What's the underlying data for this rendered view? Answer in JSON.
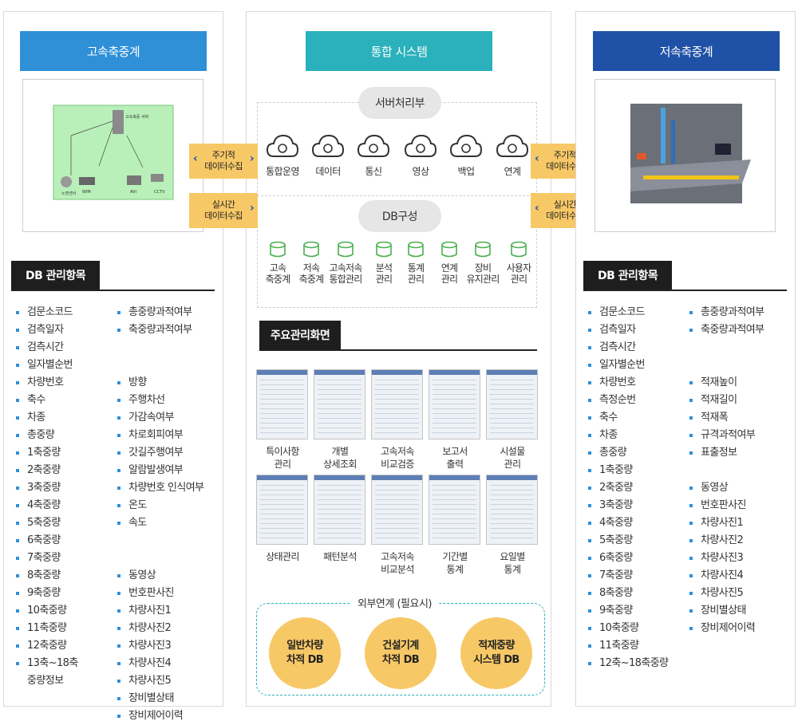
{
  "left": {
    "title": "고속축중계",
    "diagram_labels": [
      "고속축중 서버",
      "노면센서",
      "WIM",
      "AVI",
      "CCTV"
    ],
    "db_title": "DB 관리항목",
    "list_col1": [
      "검문소코드",
      "검측일자",
      "검측시간",
      "일자별순번",
      "차량번호",
      "축수",
      "차종",
      "총중량",
      "1축중량",
      "2축중량",
      "3축중량",
      "4축중량",
      "5축중량",
      "6축중량",
      "7축중량",
      "8축중량",
      "9축중량",
      "10축중량",
      "11축중량",
      "12축중량",
      "13축~18축",
      "중량정보"
    ],
    "list_col2": [
      "총중량과적여부",
      "축중량과적여부",
      "",
      "",
      "방향",
      "주행차선",
      "가감속여부",
      "차로회피여부",
      "갓길주행여부",
      "알람발생여부",
      "차량번호 인식여부",
      "온도",
      "속도",
      "",
      "",
      "동영상",
      "번호판사진",
      "차량사진1",
      "차량사진2",
      "차량사진3",
      "차량사진4",
      "차량사진5",
      "장비별상태",
      "장비제어이력"
    ]
  },
  "middle": {
    "title": "통합 시스템",
    "server_label": "서버처리부",
    "services": [
      {
        "label": "통합운영",
        "icon": "cloud-sync-icon"
      },
      {
        "label": "데이터",
        "icon": "cloud-save-icon"
      },
      {
        "label": "통신",
        "icon": "cloud-wifi-icon"
      },
      {
        "label": "영상",
        "icon": "cloud-video-icon"
      },
      {
        "label": "백업",
        "icon": "cloud-monitor-icon"
      },
      {
        "label": "연계",
        "icon": "cloud-network-icon"
      }
    ],
    "db_label": "DB구성",
    "db_items": [
      "고속\n축중계",
      "저속\n축중계",
      "고속저속\n통합관리",
      "분석\n관리",
      "통계\n관리",
      "연계\n관리",
      "장비\n유지관리",
      "사용자\n관리"
    ],
    "screens_title": "주요관리화면",
    "screens": [
      "특이사항\n관리",
      "개별\n상세조회",
      "고속저속\n비교검증",
      "보고서\n출력",
      "시설물\n관리",
      "상태관리",
      "패턴분석",
      "고속저속\n비교분석",
      "기간별\n통계",
      "요일별\n통계"
    ],
    "external_title": "외부연계 (필요시)",
    "external": [
      "일반차량\n차적 DB",
      "건설기계\n차적 DB",
      "적재중량\n시스템 DB"
    ]
  },
  "connectors": {
    "periodic": "주기적\n데이터수집",
    "realtime": "실시간\n데이터수집"
  },
  "right": {
    "title": "저속축중계",
    "db_title": "DB 관리항목",
    "list_col1": [
      "검문소코드",
      "검측일자",
      "검측시간",
      "일자별순번",
      "차량번호",
      "측정순번",
      "축수",
      "차종",
      "총중량",
      "1축중량",
      "2축중량",
      "3축중량",
      "4축중량",
      "5축중량",
      "6축중량",
      "7축중량",
      "8축중량",
      "9축중량",
      "10축중량",
      "11축중량",
      "12축~18축중량"
    ],
    "list_col2": [
      "총중량과적여부",
      "축중량과적여부",
      "",
      "",
      "적재높이",
      "적재길이",
      "적재폭",
      "규격과적여부",
      "표출정보",
      "",
      "동영상",
      "번호판사진",
      "차량사진1",
      "차량사진2",
      "차량사진3",
      "차량사진4",
      "차량사진5",
      "장비별상태",
      "장비제어이력"
    ]
  },
  "colors": {
    "high_speed": "#2f8fd7",
    "integrated": "#2ab1bc",
    "low_speed": "#1f52a6",
    "accent_yellow": "#f7c866",
    "db_green": "#4caf50"
  }
}
